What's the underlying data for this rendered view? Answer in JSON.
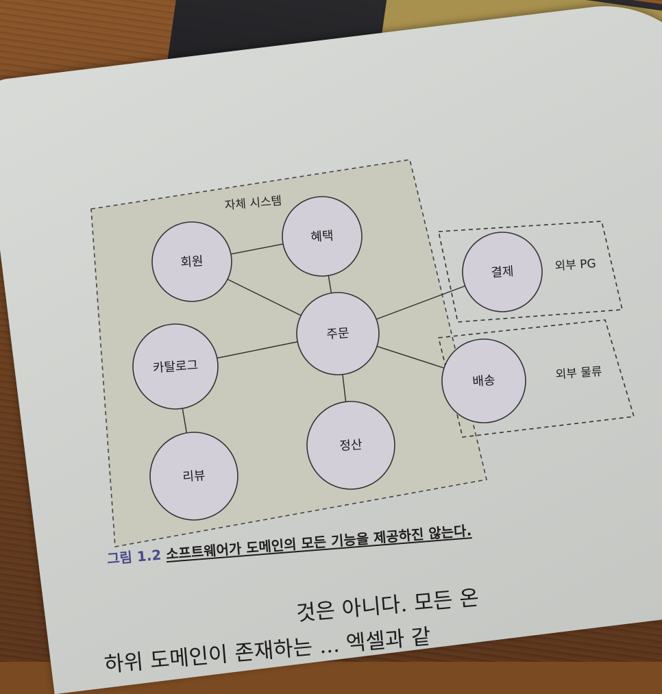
{
  "diagram": {
    "group_label": "자체 시스템",
    "nodes": [
      {
        "id": "member",
        "label": "회원"
      },
      {
        "id": "benefit",
        "label": "혜택"
      },
      {
        "id": "order",
        "label": "주문"
      },
      {
        "id": "catalog",
        "label": "카탈로그"
      },
      {
        "id": "review",
        "label": "리뷰"
      },
      {
        "id": "settlement",
        "label": "정산"
      },
      {
        "id": "payment",
        "label": "결제"
      },
      {
        "id": "delivery",
        "label": "배송"
      }
    ],
    "external": [
      {
        "id": "pg",
        "label": "외부 PG"
      },
      {
        "id": "logistics",
        "label": "외부 물류"
      }
    ],
    "edges": [
      [
        "member",
        "benefit"
      ],
      [
        "member",
        "order"
      ],
      [
        "benefit",
        "order"
      ],
      [
        "catalog",
        "order"
      ],
      [
        "catalog",
        "review"
      ],
      [
        "order",
        "settlement"
      ],
      [
        "order",
        "payment"
      ],
      [
        "order",
        "delivery"
      ]
    ]
  },
  "caption": {
    "number": "그림 1.2",
    "text": "소프트웨어가 도메인의 모든 기능을 제공하진 않는다."
  },
  "body_text": {
    "line1": "것은 아니다. 모든 온",
    "line2": "하위 도메인이 존재하는 ... 엑셀과 같"
  }
}
